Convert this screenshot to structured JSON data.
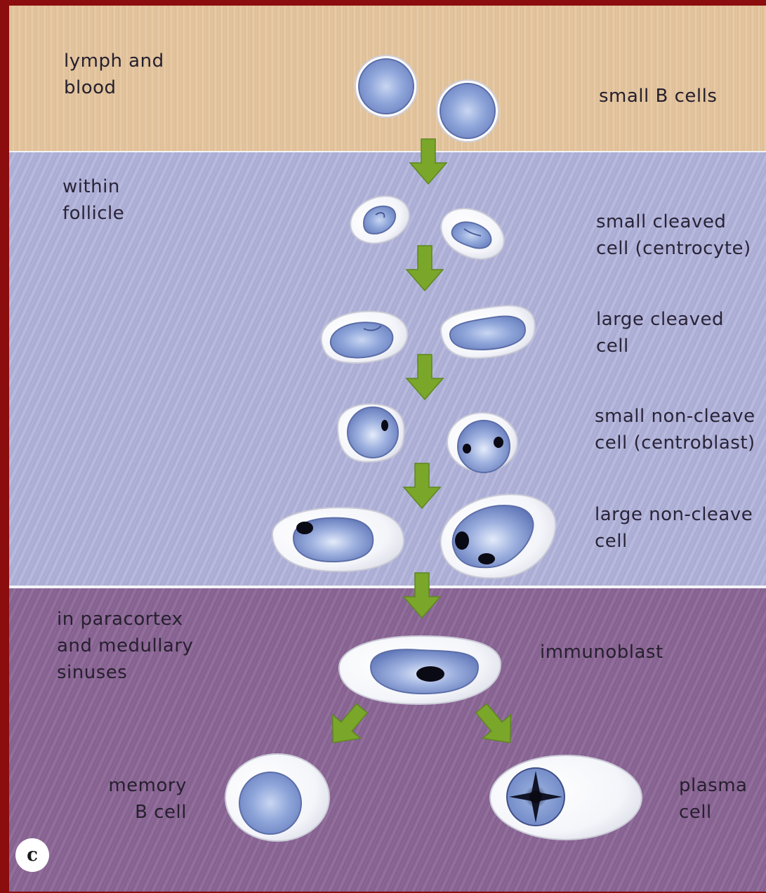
{
  "regions": {
    "blood": "lymph and\nblood",
    "follicle": "within\nfollicle",
    "paracortex": "in paracortex\nand medullary\nsinuses"
  },
  "stages": {
    "small_b": "small B cells",
    "small_cleaved": "small cleaved\ncell (centrocyte)",
    "large_cleaved": "large cleaved\ncell",
    "small_noncleaved": "small non-cleave\ncell (centroblast)",
    "large_noncleaved": "large non-cleave\ncell",
    "immunoblast": "immunoblast",
    "memory": "memory\nB cell",
    "plasma": "plasma\ncell"
  },
  "panel_letter": "c",
  "colors": {
    "arrow": "#7aa62a",
    "nucleus": "#8aa3d6",
    "chromatin": "#0a0a14"
  }
}
